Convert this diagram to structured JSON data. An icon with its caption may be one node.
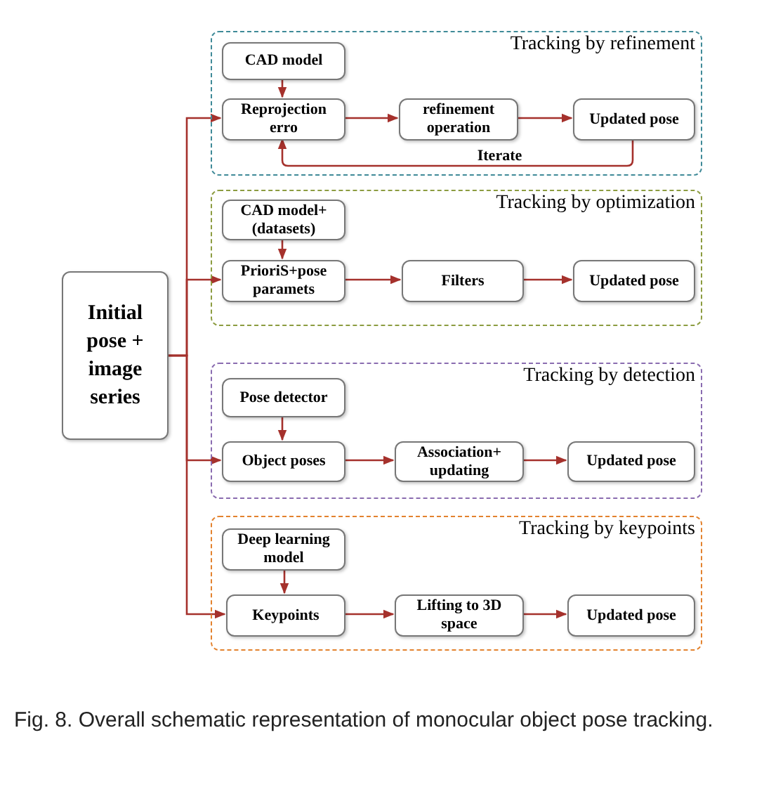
{
  "diagram": {
    "caption": "Fig. 8. Overall schematic representation of monocular object pose tracking.",
    "nodes": [
      {
        "text": [
          "Initial pose + image series"
        ]
      },
      {
        "text": [
          "Tracking by refinement"
        ]
      },
      {
        "text": [
          "CAD model"
        ],
        "in": 1
      },
      {
        "text": [
          "Reprojection erro"
        ],
        "in": 1
      },
      {
        "text": [
          "refinement operation"
        ],
        "in": 1
      },
      {
        "text": [
          "Updated pose"
        ],
        "in": 1
      },
      {
        "text": [
          "Tracking by optimization"
        ]
      },
      {
        "text": [
          "CAD model+ (datasets)"
        ],
        "in": 6
      },
      {
        "text": [
          "PrioriS+pose paramets"
        ],
        "in": 6
      },
      {
        "text": [
          "Filters"
        ],
        "in": 6
      },
      {
        "text": [
          "Updated pose"
        ],
        "in": 6
      },
      {
        "text": [
          "Tracking by detection"
        ]
      },
      {
        "text": [
          "Pose detector"
        ],
        "in": 11
      },
      {
        "text": [
          "Object poses"
        ],
        "in": 11
      },
      {
        "text": [
          "Association+ updating"
        ],
        "in": 11
      },
      {
        "text": [
          "Updated pose"
        ],
        "in": 11
      },
      {
        "text": [
          "Tracking by keypoints"
        ]
      },
      {
        "text": [
          "Deep learning model"
        ],
        "in": 16
      },
      {
        "text": [
          "Keypoints"
        ],
        "in": 16
      },
      {
        "text": [
          "Lifting to 3D space"
        ],
        "in": 16
      },
      {
        "text": [
          "Updated pose"
        ],
        "in": 16
      }
    ],
    "edges": [
      {
        "from": 0,
        "to": 3,
        "arrow": "to"
      },
      {
        "from": 0,
        "to": 8,
        "arrow": "to"
      },
      {
        "from": 0,
        "to": 13,
        "arrow": "to"
      },
      {
        "from": 0,
        "to": 18,
        "arrow": "to"
      },
      {
        "from": 2,
        "to": 3,
        "arrow": "to"
      },
      {
        "from": 3,
        "to": 4,
        "arrow": "to"
      },
      {
        "from": 4,
        "to": 5,
        "arrow": "to"
      },
      {
        "from": 5,
        "to": 3,
        "arrow": "to",
        "label": "Iterate"
      },
      {
        "from": 7,
        "to": 8,
        "arrow": "to"
      },
      {
        "from": 8,
        "to": 9,
        "arrow": "to"
      },
      {
        "from": 9,
        "to": 10,
        "arrow": "to"
      },
      {
        "from": 12,
        "to": 13,
        "arrow": "to"
      },
      {
        "from": 13,
        "to": 14,
        "arrow": "to"
      },
      {
        "from": 14,
        "to": 15,
        "arrow": "to"
      },
      {
        "from": 17,
        "to": 18,
        "arrow": "to"
      },
      {
        "from": 18,
        "to": 19,
        "arrow": "to"
      },
      {
        "from": 19,
        "to": 20,
        "arrow": "to"
      }
    ]
  }
}
